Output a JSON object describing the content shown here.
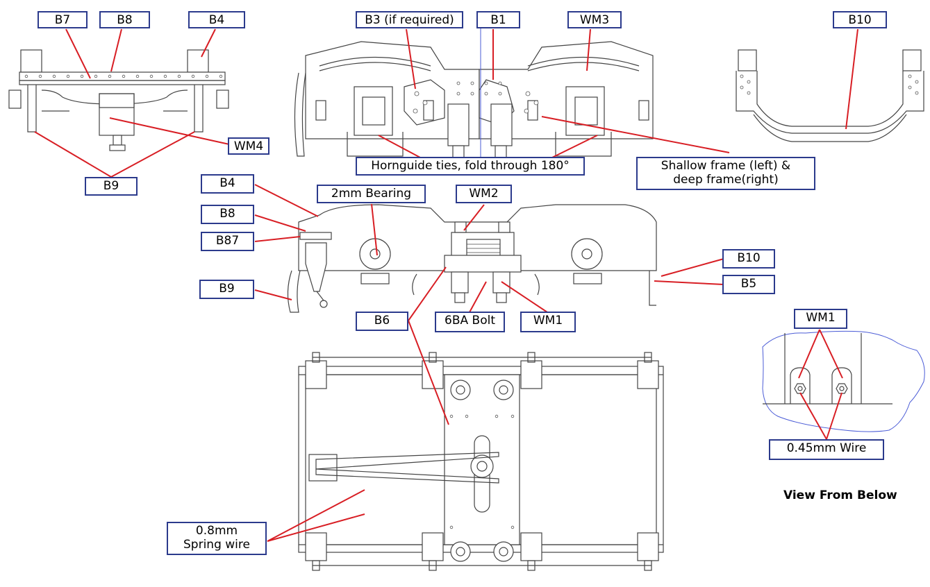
{
  "labels": {
    "b7": "B7",
    "b8_top": "B8",
    "b4_top": "B4",
    "b3": "B3 (if required)",
    "b1": "B1",
    "wm3": "WM3",
    "b10_top": "B10",
    "wm4": "WM4",
    "b9_top": "B9",
    "hornguide": "Hornguide ties, fold through 180°",
    "shallow": "Shallow frame (left) &\ndeep frame(right)",
    "b4_mid": "B4",
    "bearing": "2mm Bearing",
    "wm2": "WM2",
    "b8_mid": "B8",
    "b87": "B87",
    "b10_mid": "B10",
    "b9_mid": "B9",
    "b5": "B5",
    "b6": "B6",
    "bolt": "6BA Bolt",
    "wm1_mid": "WM1",
    "wm1_right": "WM1",
    "wire045": "0.45mm Wire",
    "spring": "0.8mm\nSpring wire"
  },
  "caption": "View From Below",
  "colors": {
    "leader": "#d81e24",
    "box_border": "#2b3a8c",
    "line_art": "#444444",
    "outline_blue": "#4a5bd6"
  }
}
